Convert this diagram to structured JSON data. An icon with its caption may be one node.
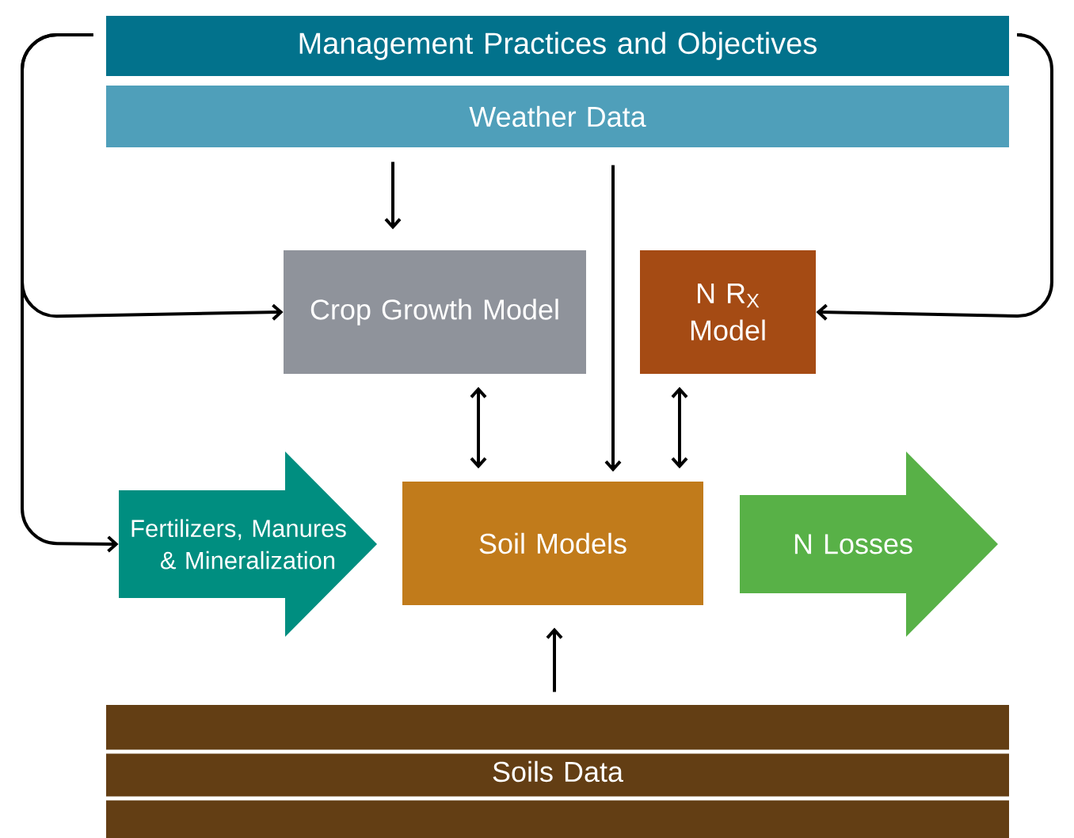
{
  "diagram": {
    "nodes": [
      {
        "text": [
          "Management Practices and Objectives"
        ]
      },
      {
        "text": [
          "Weather Data"
        ]
      },
      {
        "text": [
          "Crop Growth Model"
        ]
      },
      {
        "text": [
          "N R$_{X}$ Model"
        ]
      },
      {
        "text": [
          "Fertilizers, Manures & Mineralization"
        ]
      },
      {
        "text": [
          "Soil Models"
        ]
      },
      {
        "text": [
          "N Losses"
        ]
      },
      {
        "text": [
          "Soils Data"
        ]
      }
    ],
    "edges": [
      {
        "from": 0,
        "to": 2,
        "arrow": "to"
      },
      {
        "from": 0,
        "to": 4,
        "arrow": "to"
      },
      {
        "from": 0,
        "to": 3,
        "arrow": "to"
      },
      {
        "from": 1,
        "to": 2,
        "arrow": "to"
      },
      {
        "from": 1,
        "to": 5,
        "arrow": "to"
      },
      {
        "from": 2,
        "to": 5,
        "arrow": "both"
      },
      {
        "from": 3,
        "to": 5,
        "arrow": "both"
      },
      {
        "from": 7,
        "to": 5,
        "arrow": "to"
      }
    ]
  }
}
